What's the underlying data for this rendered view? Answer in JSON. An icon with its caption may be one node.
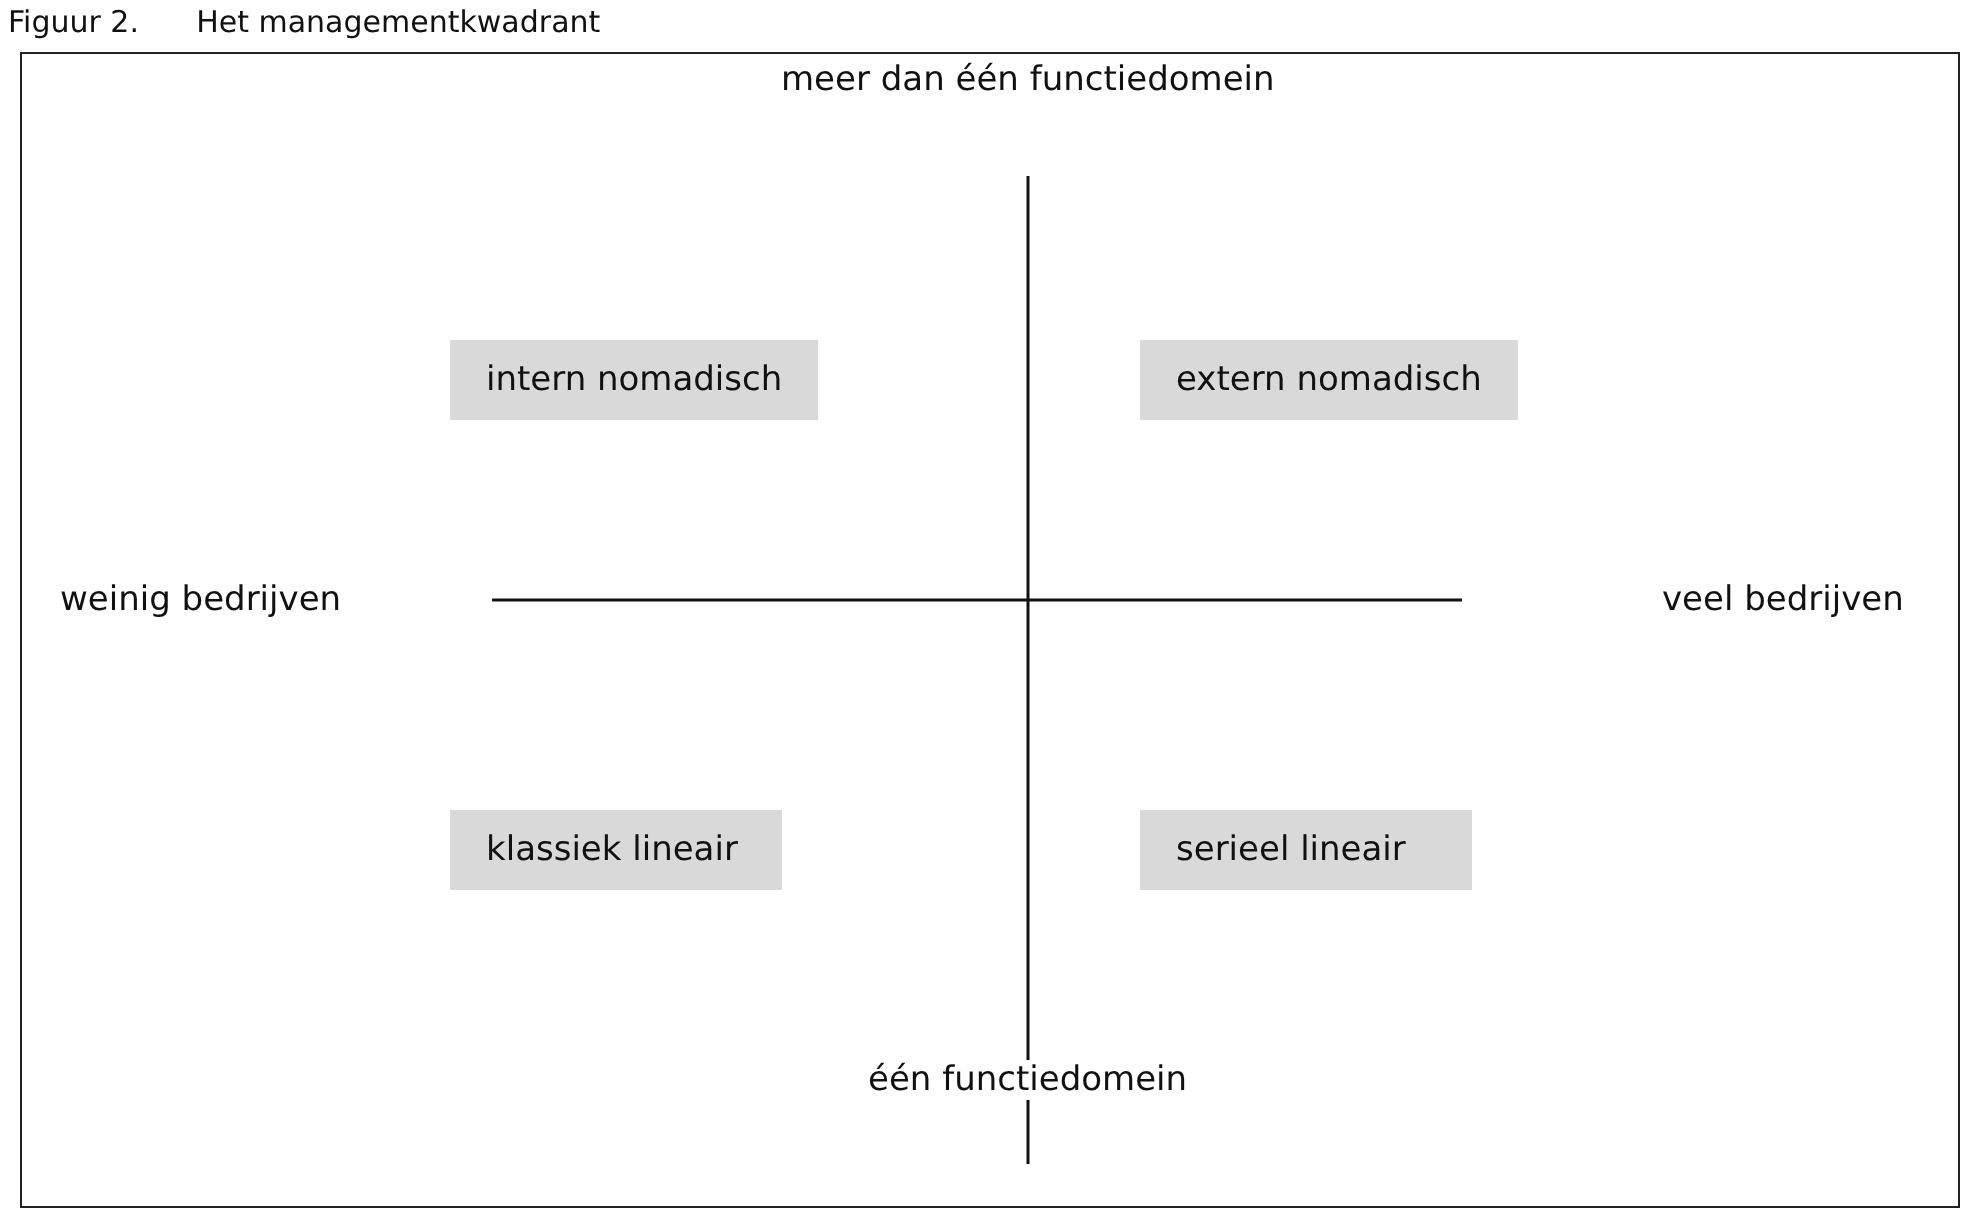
{
  "diagram": {
    "title": "Figuur 2.      Het managementkwadrant",
    "nodes": [
      {
        "text": [
          "intern nomadisch"
        ]
      },
      {
        "text": [
          "extern nomadisch"
        ]
      },
      {
        "text": [
          "klassiek lineair"
        ]
      },
      {
        "text": [
          "serieel lineair"
        ]
      }
    ],
    "labels": [
      "meer dan één functiedomein",
      "weinig bedrijven",
      "veel bedrijven",
      "één functiedomein"
    ]
  }
}
